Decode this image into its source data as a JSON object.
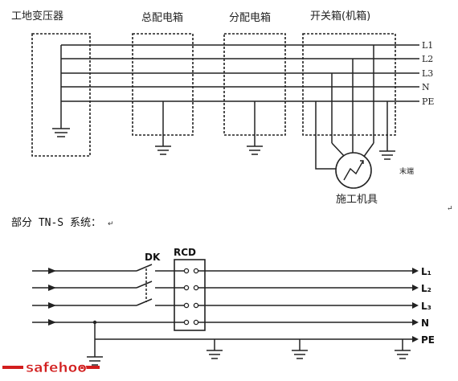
{
  "top_diagram": {
    "boxes": {
      "transformer": "工地变压器",
      "main_box": "总配电箱",
      "sub_box": "分配电箱",
      "switch_box": "开关箱(机箱)"
    },
    "lines": [
      "L1",
      "L2",
      "L3",
      "N",
      "PE"
    ],
    "motor_label": "施工机具",
    "end_label": "末端"
  },
  "caption": "部分 TN-S 系统：",
  "return_mark": "↵",
  "bottom_diagram": {
    "switch_label": "DK",
    "rcd_label": "RCD",
    "lines": [
      "L₁",
      "L₂",
      "L₃",
      "N",
      "PE"
    ]
  },
  "watermark": {
    "text": "safehoo",
    "accent": "#d21e1e"
  }
}
